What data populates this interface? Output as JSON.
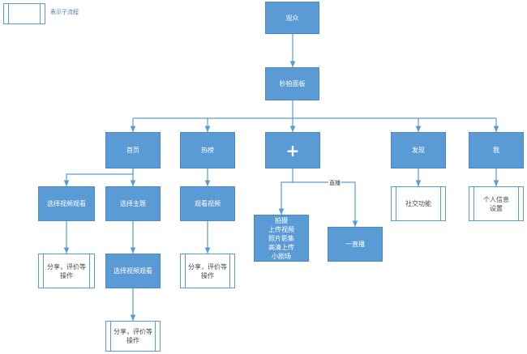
{
  "legend": {
    "text": "表示子流程"
  },
  "nodes": {
    "audience": "观众",
    "panel": "秒拍面板",
    "home": "首页",
    "hot": "热榜",
    "plus": "+",
    "discover": "发现",
    "me": "我",
    "select_video_1": "选择视频观看",
    "select_topic": "选择主题",
    "watch_video": "观看视频",
    "select_video_2": "选择视频观看",
    "share_1": "分享，评价等\n操作",
    "share_2": "分享，评价等\n操作",
    "share_3": "分享，评价等\n操作",
    "social": "社交功能",
    "personal": "个人信息\n设置",
    "shoot_list": "拍摄\n上传视频\n照片影集\n高清上传\n小剧场",
    "live": "一直播"
  },
  "edge_labels": {
    "live": "直播"
  },
  "colors": {
    "node_fill": "#5b9bd5",
    "line": "#5b9bd5",
    "text_light": "#ffffff"
  }
}
